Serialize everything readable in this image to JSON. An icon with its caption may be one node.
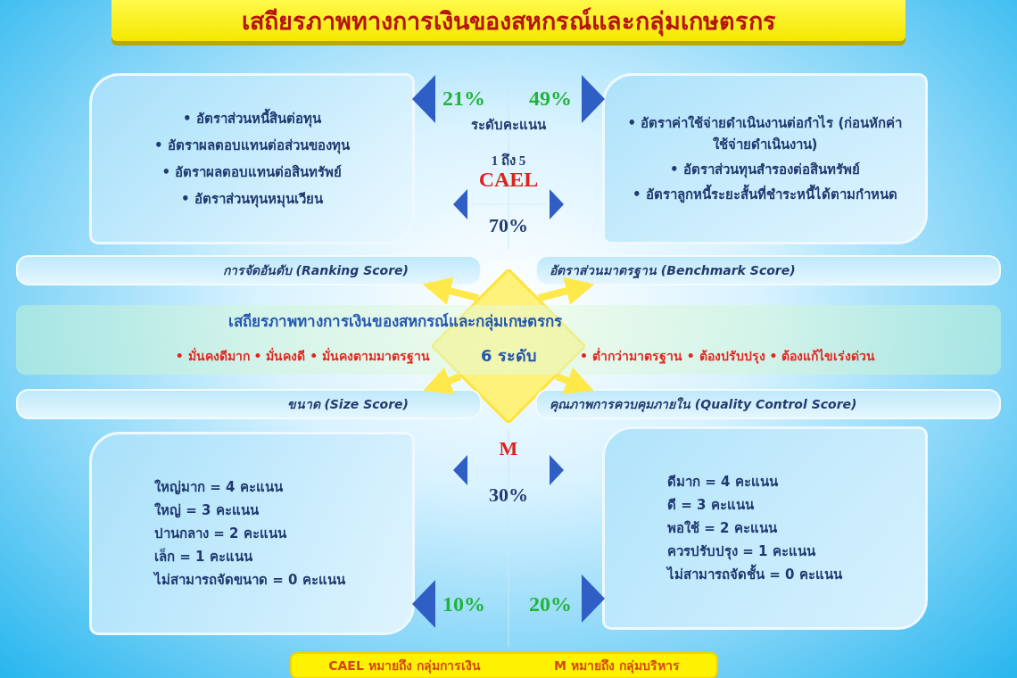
{
  "diagram": {
    "title": "เสถียรภาพทางการเงินของสหกรณ์และกลุ่มเกษตรกร",
    "nodes": [
      {
        "text": [
          "• อัตราส่วนหนี้สินต่อทุน",
          "• อัตราผลตอบแทนต่อส่วนของทุน",
          "• อัตราผลตอบแทนต่อสินทรัพย์",
          "• อัตราส่วนทุนหมุนเวียน"
        ]
      },
      {
        "text": [
          "• อัตราค่าใช้จ่ายดำเนินงานต่อกำไร (ก่อนหักค่าใช้จ่ายดำเนินงาน)",
          "• อัตราส่วนทุนสำรองต่อสินทรัพย์",
          "• อัตราลูกหนี้ระยะสั้นที่ชำระหนี้ได้ตามกำหนด"
        ]
      },
      {
        "text": [
          "การจัดอันดับ (Ranking Score)"
        ]
      },
      {
        "text": [
          "อัตราส่วนมาตรฐาน (Benchmark Score)"
        ]
      },
      {
        "text": [
          "เสถียรภาพทางการเงินของสหกรณ์และกลุ่มเกษตรกร",
          "• มั่นคงดีมาก • มั่นคงดี • มั่นคงตามมาตรฐาน",
          "• ต่ำกว่ามาตรฐาน • ต้องปรับปรุง • ต้องแก้ไขเร่งด่วน"
        ]
      },
      {
        "text": [
          "6 ระดับ"
        ]
      },
      {
        "text": [
          "ขนาด (Size Score)"
        ]
      },
      {
        "text": [
          "คุณภาพการควบคุมภายใน (Quality Control Score)"
        ]
      },
      {
        "text": [
          "ใหญ่มาก = 4 คะแนน",
          "ใหญ่ = 3 คะแนน",
          "ปานกลาง = 2 คะแนน",
          "เล็ก = 1 คะแนน",
          "ไม่สามารถจัดขนาด = 0 คะแนน"
        ]
      },
      {
        "text": [
          "ดีมาก = 4 คะแนน",
          "ดี = 3 คะแนน",
          "พอใช้ = 2 คะแนน",
          "ควรปรับปรุง = 1 คะแนน",
          "ไม่สามารถจัดชั้น = 0 คะแนน"
        ]
      },
      {
        "text": [
          "CAEL หมายถึง กลุ่มการเงิน",
          "M หมายถึง กลุ่มบริหาร"
        ]
      }
    ],
    "edges": [
      {
        "from": 5,
        "to": 2,
        "arrow": "to"
      },
      {
        "from": 5,
        "to": 3,
        "arrow": "to"
      },
      {
        "from": 5,
        "to": 6,
        "arrow": "to"
      },
      {
        "from": 5,
        "to": 7,
        "arrow": "to"
      },
      {
        "from": null,
        "to": 0,
        "arrow": "to"
      },
      {
        "from": null,
        "to": 1,
        "arrow": "to"
      },
      {
        "from": null,
        "to": 8,
        "arrow": "to"
      },
      {
        "from": null,
        "to": 9,
        "arrow": "to"
      }
    ],
    "labels": [
      "21%",
      "49%",
      "ระดับคะแนน",
      "1 ถึง 5",
      "CAEL",
      "70%",
      "M",
      "30%",
      "10%",
      "20%"
    ]
  }
}
